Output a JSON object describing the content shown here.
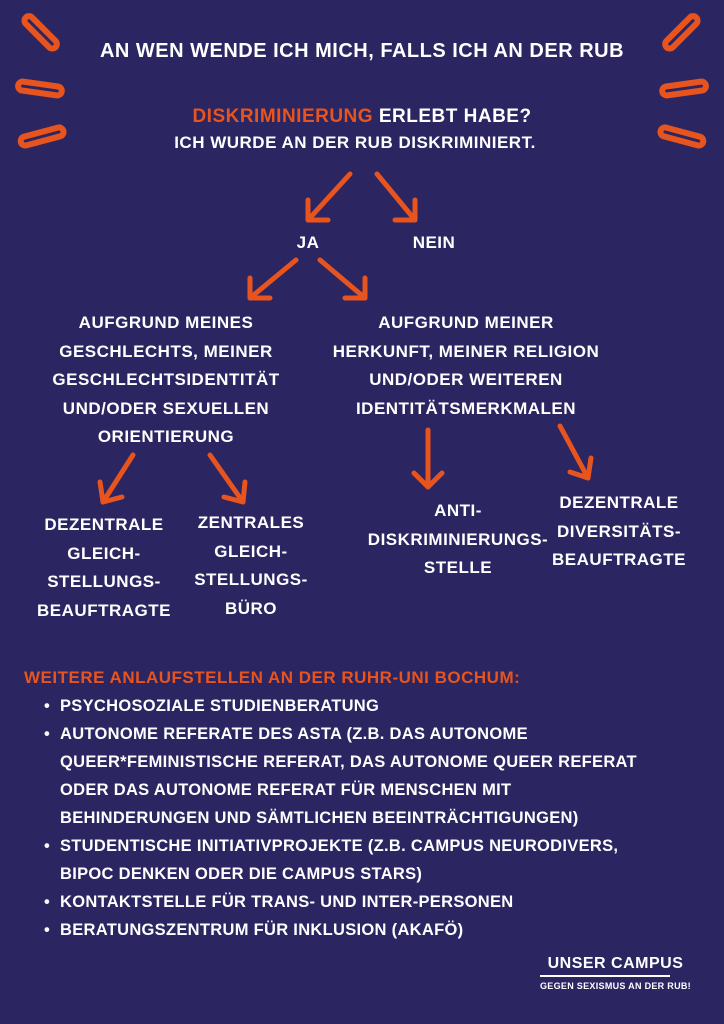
{
  "colors": {
    "background": "#2b2562",
    "accent": "#e8541e",
    "text": "#ffffff"
  },
  "title": "AN WEN WENDE ICH MICH, FALLS ICH AN DER RUB",
  "subtitle": {
    "highlight": "DISKRIMINIERUNG",
    "rest": " ERLEBT HABE?"
  },
  "start": "ICH WURDE AN DER RUB DISKRIMINIERT.",
  "yes": "JA",
  "no": "NEIN",
  "left_branch": [
    "AUFGRUND MEINES",
    "GESCHLECHTS, MEINER",
    "GESCHLECHTSIDENTITÄT",
    "UND/ODER SEXUELLEN",
    "ORIENTIERUNG"
  ],
  "right_branch": [
    "AUFGRUND MEINER",
    "HERKUNFT, MEINER RELIGION",
    "UND/ODER WEITEREN",
    "IDENTITÄTSMERKMALEN"
  ],
  "leaves": [
    [
      "DEZENTRALE",
      "GLEICH-",
      "STELLUNGS-",
      "BEAUFTRAGTE"
    ],
    [
      "ZENTRALES",
      "GLEICH-",
      "STELLUNGS-",
      "BÜRO"
    ],
    [
      "ANTI-",
      "DISKRIMINIERUNGS-",
      "STELLE"
    ],
    [
      "DEZENTRALE",
      "DIVERSITÄTS-",
      "BEAUFTRAGTE"
    ]
  ],
  "more_heading": "WEITERE ANLAUFSTELLEN AN DER RUHR-UNI BOCHUM:",
  "more_items": [
    "PSYCHOSOZIALE STUDIENBERATUNG",
    "AUTONOME REFERATE DES ASTA (Z.B. DAS AUTONOME",
    "QUEER*FEMINISTISCHE REFERAT, DAS AUTONOME QUEER REFERAT",
    "ODER DAS AUTONOME REFERAT FÜR MENSCHEN MIT",
    "BEHINDERUNGEN UND SÄMTLICHEN BEEINTRÄCHTIGUNGEN)",
    "STUDENTISCHE INITIATIVPROJEKTE (Z.B. CAMPUS NEURODIVERS,",
    "BIPOC DENKEN ODER DIE CAMPUS STARS)",
    "KONTAKTSTELLE FÜR TRANS- UND INTER-PERSONEN",
    "BERATUNGSZENTRUM FÜR INKLUSION (AKAFÖ)"
  ],
  "logo": {
    "name": "UNSER CAMPUS",
    "tagline": "GEGEN SEXISMUS AN DER RUB!"
  }
}
